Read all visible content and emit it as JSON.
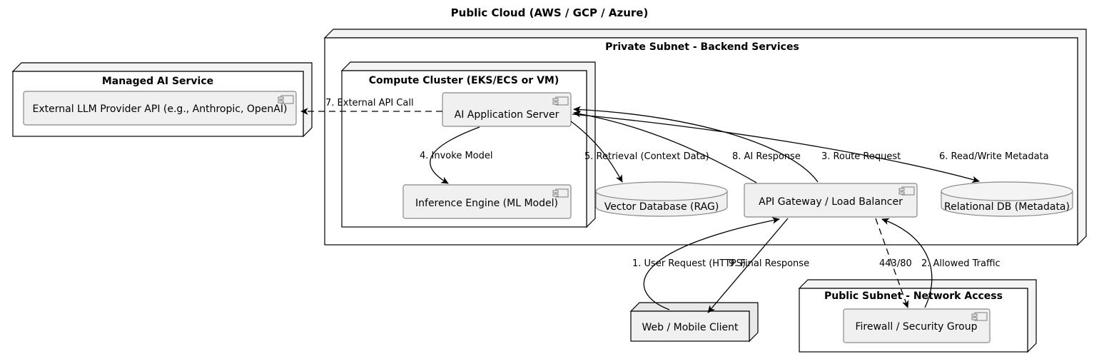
{
  "diagram": {
    "title": "Public Cloud (AWS / GCP / Azure)",
    "nodes": {
      "private_subnet": "Private Subnet - Backend Services",
      "compute_cluster": "Compute Cluster (EKS/ECS or VM)",
      "managed_ai": "Managed AI Service",
      "public_subnet": "Public Subnet - Network Access"
    },
    "components": {
      "llm_api": "External LLM Provider API (e.g., Anthropic, OpenAI)",
      "app_server": "AI Application Server",
      "inference": "Inference Engine (ML Model)",
      "gateway": "API Gateway / Load Balancer",
      "firewall": "Firewall / Security Group",
      "client": "Web / Mobile Client"
    },
    "databases": {
      "vector_db": "Vector Database (RAG)",
      "relational_db": "Relational DB (Metadata)"
    },
    "edges": {
      "e1": "1. User Request (HTTPS)",
      "e2": "2. Allowed Traffic",
      "e3": "3. Route Request",
      "e4": "4. Invoke Model",
      "e5": "5. Retrieval (Context Data)",
      "e6": "6. Read/Write Metadata",
      "e7": "7. External API Call",
      "e8": "8. AI Response",
      "e9": "9. Final Response",
      "ports": "443/80"
    },
    "colors": {
      "component_fill": "#f0f0f0",
      "component_stroke": "#888888",
      "node_stroke": "#000000",
      "node_fill": "#ffffff",
      "line": "#000000"
    }
  }
}
